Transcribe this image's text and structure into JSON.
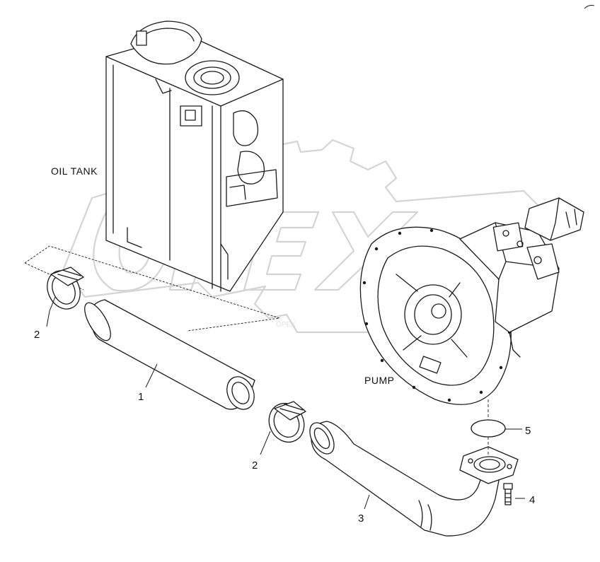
{
  "labels": {
    "oil_tank": "OIL TANK",
    "pump": "PUMP"
  },
  "callouts": {
    "c1": "1",
    "c2a": "2",
    "c2b": "2",
    "c3": "3",
    "c4": "4",
    "c5": "5"
  },
  "watermark": "OPEX",
  "colors": {
    "ink": "#1a1a1a",
    "watermark": "#d4d4d4",
    "background": "#ffffff"
  }
}
